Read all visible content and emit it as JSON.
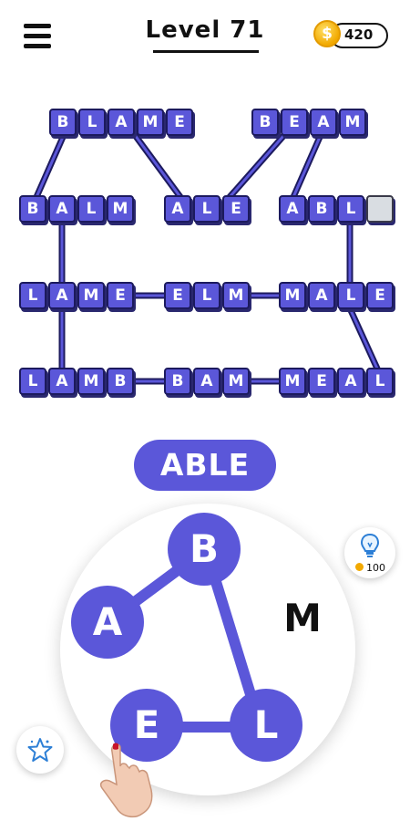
{
  "header": {
    "level_label": "Level 71",
    "coins": "420",
    "coin_symbol": "$"
  },
  "crossword": {
    "words": [
      {
        "id": "blame",
        "letters": [
          "B",
          "L",
          "A",
          "M",
          "E"
        ]
      },
      {
        "id": "beam",
        "letters": [
          "B",
          "E",
          "A",
          "M"
        ]
      },
      {
        "id": "balm",
        "letters": [
          "B",
          "A",
          "L",
          "M"
        ]
      },
      {
        "id": "ale",
        "letters": [
          "A",
          "L",
          "E"
        ]
      },
      {
        "id": "abl",
        "letters": [
          "A",
          "B",
          "L",
          ""
        ]
      },
      {
        "id": "lame",
        "letters": [
          "L",
          "A",
          "M",
          "E"
        ]
      },
      {
        "id": "elm",
        "letters": [
          "E",
          "L",
          "M"
        ]
      },
      {
        "id": "male",
        "letters": [
          "M",
          "A",
          "L",
          "E"
        ]
      },
      {
        "id": "lamb",
        "letters": [
          "L",
          "A",
          "M",
          "B"
        ]
      },
      {
        "id": "bam",
        "letters": [
          "B",
          "A",
          "M"
        ]
      },
      {
        "id": "meal",
        "letters": [
          "M",
          "E",
          "A",
          "L"
        ]
      }
    ],
    "tile_color": "#5b57d9",
    "empty_tile_color": "#d9dde2"
  },
  "current_word": "ABLE",
  "wheel": {
    "letters": [
      "B",
      "A",
      "M",
      "E",
      "L"
    ]
  },
  "hint": {
    "icon": "lightbulb-icon",
    "cost": "100"
  },
  "star_button": {
    "icon": "star-icon"
  }
}
